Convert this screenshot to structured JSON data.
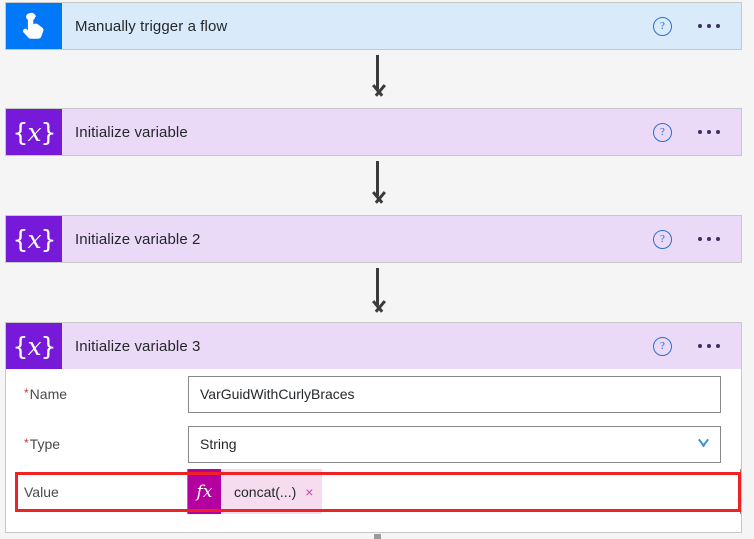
{
  "flow": {
    "steps": [
      {
        "id": "trigger",
        "title": "Manually trigger a flow",
        "icon": "tap-hand-icon",
        "icon_kind": "hand",
        "header_color": "#d9eafb",
        "icon_color": "#0078f7",
        "help_label": "?",
        "expanded": false
      },
      {
        "id": "init-var-1",
        "title": "Initialize variable",
        "icon": "variable-braces-icon",
        "icon_kind": "variable",
        "header_color": "#ead9f7",
        "icon_color": "#7719d9",
        "help_label": "?",
        "expanded": false
      },
      {
        "id": "init-var-2",
        "title": "Initialize variable 2",
        "icon": "variable-braces-icon",
        "icon_kind": "variable",
        "header_color": "#ead9f7",
        "icon_color": "#7719d9",
        "help_label": "?",
        "expanded": false
      },
      {
        "id": "init-var-3",
        "title": "Initialize variable 3",
        "icon": "variable-braces-icon",
        "icon_kind": "variable",
        "header_color": "#ead9f7",
        "icon_color": "#7719d9",
        "help_label": "?",
        "expanded": true
      }
    ]
  },
  "form": {
    "name_field": {
      "label": "Name",
      "required": true,
      "required_marker": "*",
      "value": "VarGuidWithCurlyBraces"
    },
    "type_field": {
      "label": "Type",
      "required": true,
      "required_marker": "*",
      "value": "String",
      "chevron": "chevron-down-icon"
    },
    "value_field": {
      "label": "Value",
      "required": false,
      "fx_label": "fx",
      "token_label": "concat(...)",
      "token_close": "×",
      "highlight_color": "#ee2222"
    }
  },
  "icons": {
    "ellipsis": "more-options-icon",
    "help": "help-icon",
    "variable_brace_left": "{",
    "variable_brace_right": "}",
    "variable_symbol": "x"
  }
}
